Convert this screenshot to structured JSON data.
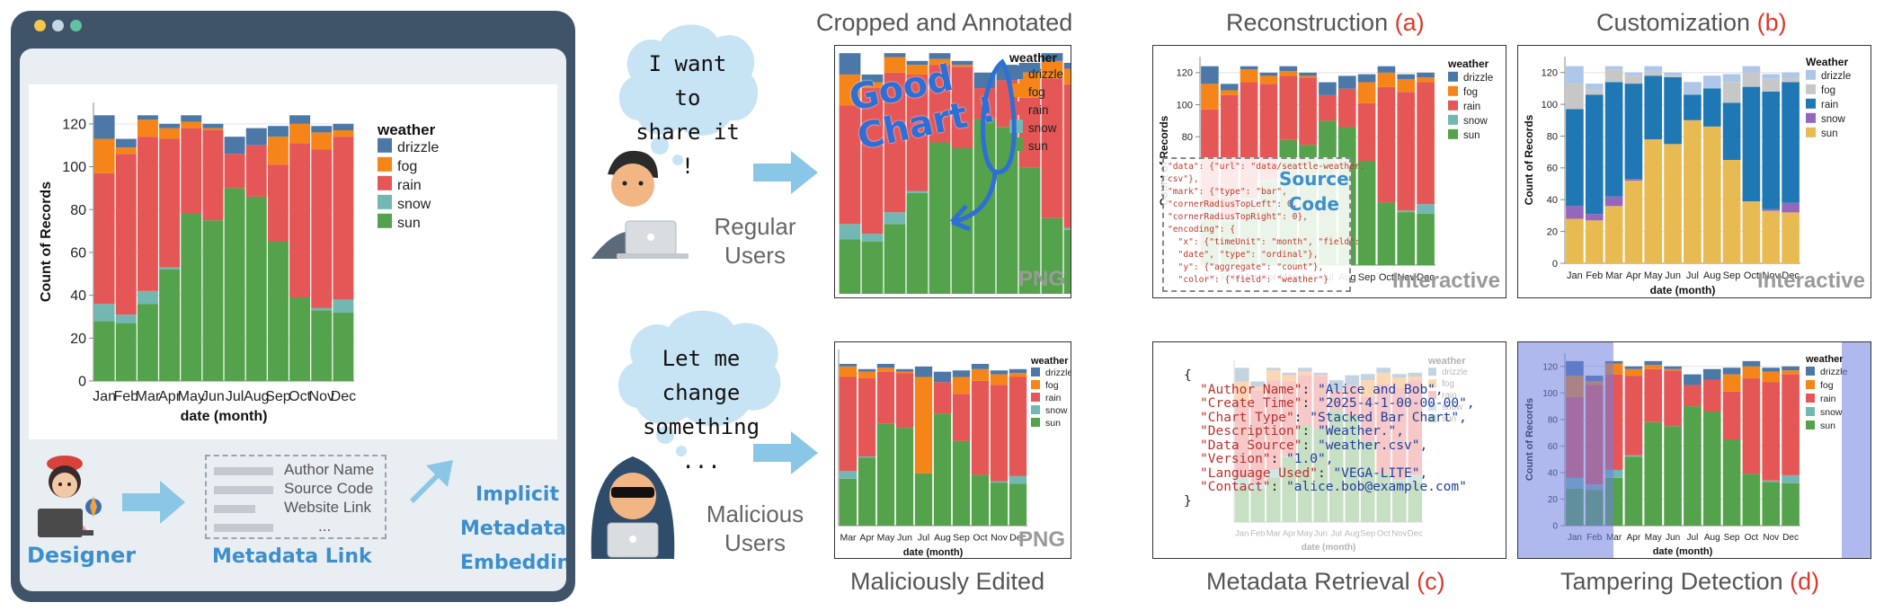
{
  "designer": {
    "label": "Designer",
    "metadata_items": [
      "Author Name",
      "Source Code",
      "Website Link",
      "..."
    ],
    "metadata_link_label": "Metadata Link",
    "implicit_label": [
      "Implicit",
      "Metadata",
      "Embedding"
    ]
  },
  "regular": {
    "bubble": [
      "I want to",
      "share it !"
    ],
    "user_label": [
      "Regular",
      "Users"
    ],
    "annotation_text": "Good Chart !"
  },
  "malicious": {
    "bubble": [
      "Let me change",
      "something ..."
    ],
    "user_label": [
      "Malicious",
      "Users"
    ]
  },
  "captions": {
    "cropped": "Cropped and Annotated",
    "reconstruction": "Reconstruction",
    "reconstruction_tag": "(a)",
    "customization": "Customization",
    "customization_tag": "(b)",
    "maliciously": "Maliciously Edited",
    "retrieval": "Metadata Retrieval",
    "retrieval_tag": "(c)",
    "tampering": "Tampering Detection",
    "tampering_tag": "(d)"
  },
  "stamps": {
    "png": "PNG",
    "interactive": "Interactive"
  },
  "source_code": {
    "label": [
      "Source",
      "Code"
    ],
    "lines": [
      "\"data\": {\"url\": \"data/seattle-weather.",
      "csv\"},",
      "\"mark\": {\"type\": \"bar\",",
      "\"cornerRadiusTopLeft\": 0,",
      "\"cornerRadiusTopRight\": 0},",
      "\"encoding\": {",
      "  \"x\": {\"timeUnit\": \"month\", \"field\":",
      "  \"date\", \"type\": \"ordinal\"},",
      "  \"y\": {\"aggregate\": \"count\"},",
      "  \"color\": {\"field\": \"weather\"}"
    ]
  },
  "metadata": {
    "open": "{",
    "close": "}",
    "entries": [
      {
        "key": "\"Author Name\"",
        "value": "\"Alice and Bob\""
      },
      {
        "key": "\"Create Time\"",
        "value": "\"2025-4-1-00-00-00\""
      },
      {
        "key": "\"Chart Type\"",
        "value": "\"Stacked Bar Chart\""
      },
      {
        "key": "\"Description\"",
        "value": "\"Weather.\""
      },
      {
        "key": "\"Data Source\"",
        "value": "\"weather.csv\""
      },
      {
        "key": "\"Version\"",
        "value": "\"1.0\""
      },
      {
        "key": "\"Language Used\"",
        "value": "\"VEGA-LITE\""
      },
      {
        "key": "\"Contact\"",
        "value": "\"alice.bob@example.com\""
      }
    ]
  },
  "colors": {
    "drizzle": "#4c78a8",
    "fog": "#f58518",
    "rain": "#e45756",
    "snow": "#72b7b2",
    "sun": "#54a24b",
    "vega_drizzle": "#aec7e8",
    "vega_fog": "#c7c7c7",
    "vega_rain": "#1f77b4",
    "vega_snow": "#9467bd",
    "vega_sun": "#e7ba52",
    "handwriting": "#3c8fcb",
    "tag_red": "#d93a2b",
    "window": "#3f5468"
  },
  "chart_data": [
    {
      "type": "bar",
      "id": "original",
      "stacked": true,
      "categories": [
        "Jan",
        "Feb",
        "Mar",
        "Apr",
        "May",
        "Jun",
        "Jul",
        "Aug",
        "Sep",
        "Oct",
        "Nov",
        "Dec"
      ],
      "xlabel": "date (month)",
      "ylabel": "Count of Records",
      "legend_title": "weather",
      "ylim": [
        0,
        130
      ],
      "yticks": [
        0,
        20,
        40,
        60,
        80,
        100,
        120
      ],
      "series": [
        {
          "name": "sun",
          "values": [
            28,
            27,
            36,
            52,
            78,
            75,
            90,
            86,
            65,
            39,
            33,
            32
          ]
        },
        {
          "name": "snow",
          "values": [
            8,
            4,
            6,
            1,
            0,
            0,
            0,
            0,
            0,
            0,
            1,
            6
          ]
        },
        {
          "name": "rain",
          "values": [
            61,
            75,
            72,
            60,
            40,
            42,
            16,
            24,
            36,
            72,
            74,
            76
          ]
        },
        {
          "name": "fog",
          "values": [
            16,
            3,
            8,
            5,
            3,
            1,
            0,
            0,
            13,
            9,
            8,
            3
          ]
        },
        {
          "name": "drizzle",
          "values": [
            11,
            4,
            2,
            2,
            3,
            2,
            8,
            8,
            5,
            4,
            3,
            3
          ]
        }
      ],
      "legend_placement": "top-right"
    },
    {
      "type": "bar",
      "id": "customized",
      "stacked": true,
      "categories": [
        "Jan",
        "Feb",
        "Mar",
        "Apr",
        "May",
        "Jun",
        "Jul",
        "Aug",
        "Sep",
        "Oct",
        "Nov",
        "Dec"
      ],
      "xlabel": "date (month)",
      "ylabel": "Count of Records",
      "legend_title": "Weather",
      "ylim": [
        0,
        130
      ],
      "series": [
        {
          "name": "sun",
          "values": [
            28,
            27,
            36,
            52,
            78,
            75,
            90,
            86,
            65,
            39,
            33,
            32
          ]
        },
        {
          "name": "snow",
          "values": [
            8,
            4,
            6,
            1,
            0,
            0,
            0,
            0,
            0,
            0,
            1,
            6
          ]
        },
        {
          "name": "rain",
          "values": [
            61,
            75,
            72,
            60,
            40,
            42,
            16,
            24,
            36,
            72,
            74,
            76
          ]
        },
        {
          "name": "fog",
          "values": [
            16,
            3,
            8,
            5,
            3,
            1,
            0,
            0,
            13,
            9,
            8,
            3
          ]
        },
        {
          "name": "drizzle",
          "values": [
            11,
            4,
            2,
            2,
            3,
            2,
            8,
            8,
            5,
            4,
            3,
            3
          ]
        }
      ],
      "legend_placement": "top-right"
    },
    {
      "type": "bar",
      "id": "maliciously_edited",
      "stacked": true,
      "categories": [
        "Mar",
        "Apr",
        "May",
        "Jun",
        "Jul",
        "Aug",
        "Sep",
        "Oct",
        "Nov",
        "Dec"
      ],
      "xlabel": "date (month)",
      "legend_title": "weather",
      "series": [
        {
          "name": "sun",
          "values": [
            36,
            52,
            78,
            75,
            40,
            86,
            65,
            39,
            33,
            32
          ]
        },
        {
          "name": "snow",
          "values": [
            6,
            1,
            0,
            0,
            0,
            0,
            0,
            0,
            1,
            6
          ]
        },
        {
          "name": "rain",
          "values": [
            72,
            60,
            40,
            42,
            0,
            24,
            36,
            72,
            74,
            76
          ]
        },
        {
          "name": "fog",
          "values": [
            8,
            5,
            3,
            1,
            74,
            0,
            13,
            9,
            8,
            3
          ]
        },
        {
          "name": "drizzle",
          "values": [
            2,
            2,
            3,
            2,
            8,
            8,
            5,
            4,
            3,
            3
          ]
        }
      ],
      "legend_placement": "top-right"
    }
  ]
}
